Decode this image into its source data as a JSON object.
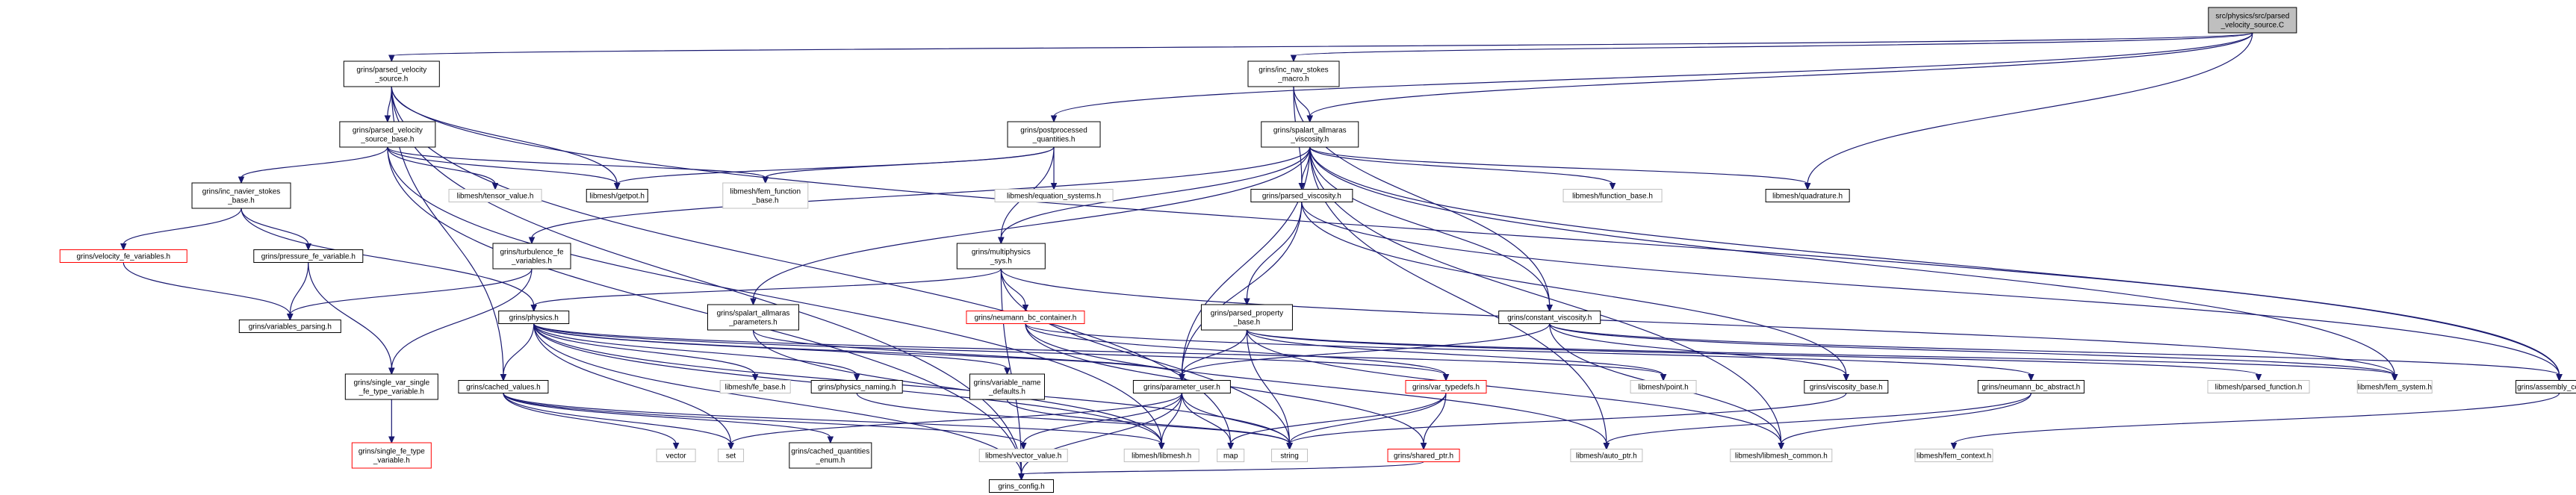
{
  "graph": {
    "colors": {
      "edge": "#191970",
      "normal_border": "#000000",
      "missing_border": "#bfbfbf",
      "truncated_border": "#ff0000",
      "root_fill": "#bfbfbf",
      "node_fill": "#ffffff"
    },
    "nodes": [
      {
        "id": "root",
        "lines": [
          "src/physics/src/parsed",
          "_velocity_source.C"
        ],
        "kind": "root"
      },
      {
        "id": "pvs",
        "lines": [
          "grins/parsed_velocity",
          "_source.h"
        ],
        "kind": "normal"
      },
      {
        "id": "ins",
        "lines": [
          "grins/inc_nav_stokes",
          "_macro.h"
        ],
        "kind": "normal"
      },
      {
        "id": "pq",
        "lines": [
          "grins/postprocessed",
          "_quantities.h"
        ],
        "kind": "normal"
      },
      {
        "id": "sav",
        "lines": [
          "grins/spalart_allmaras",
          "_viscosity.h"
        ],
        "kind": "normal"
      },
      {
        "id": "pvsb",
        "lines": [
          "grins/parsed_velocity",
          "_source_base.h"
        ],
        "kind": "normal"
      },
      {
        "id": "tensor",
        "lines": [
          "libmesh/tensor_value.h"
        ],
        "kind": "missing"
      },
      {
        "id": "getpot",
        "lines": [
          "libmesh/getpot.h"
        ],
        "kind": "normal"
      },
      {
        "id": "femfb",
        "lines": [
          "libmesh/fem_function",
          "_base.h"
        ],
        "kind": "missing"
      },
      {
        "id": "eqsys",
        "lines": [
          "libmesh/equation_systems.h"
        ],
        "kind": "missing"
      },
      {
        "id": "insb",
        "lines": [
          "grins/inc_navier_stokes",
          "_base.h"
        ],
        "kind": "normal"
      },
      {
        "id": "mps",
        "lines": [
          "grins/multiphysics",
          "_sys.h"
        ],
        "kind": "normal"
      },
      {
        "id": "pvisc",
        "lines": [
          "grins/parsed_viscosity.h"
        ],
        "kind": "normal"
      },
      {
        "id": "funcbase",
        "lines": [
          "libmesh/function_base.h"
        ],
        "kind": "missing"
      },
      {
        "id": "quad",
        "lines": [
          "libmesh/quadrature.h"
        ],
        "kind": "normal"
      },
      {
        "id": "velfe",
        "lines": [
          "grins/velocity_fe_variables.h"
        ],
        "kind": "truncated"
      },
      {
        "id": "presfe",
        "lines": [
          "grins/pressure_fe_variable.h"
        ],
        "kind": "normal"
      },
      {
        "id": "turbfe",
        "lines": [
          "grins/turbulence_fe",
          "_variables.h"
        ],
        "kind": "normal"
      },
      {
        "id": "physics",
        "lines": [
          "grins/physics.h"
        ],
        "kind": "normal"
      },
      {
        "id": "sapar",
        "lines": [
          "grins/spalart_allmaras",
          "_parameters.h"
        ],
        "kind": "normal"
      },
      {
        "id": "nbc",
        "lines": [
          "grins/neumann_bc_container.h"
        ],
        "kind": "truncated"
      },
      {
        "id": "ppb",
        "lines": [
          "grins/parsed_property",
          "_base.h"
        ],
        "kind": "normal"
      },
      {
        "id": "cvisc",
        "lines": [
          "grins/constant_viscosity.h"
        ],
        "kind": "normal"
      },
      {
        "id": "varpars",
        "lines": [
          "grins/variables_parsing.h"
        ],
        "kind": "normal"
      },
      {
        "id": "svsft",
        "lines": [
          "grins/single_var_single",
          "_fe_type_variable.h"
        ],
        "kind": "normal"
      },
      {
        "id": "cached",
        "lines": [
          "grins/cached_values.h"
        ],
        "kind": "normal"
      },
      {
        "id": "febase",
        "lines": [
          "libmesh/fe_base.h"
        ],
        "kind": "missing"
      },
      {
        "id": "pnaming",
        "lines": [
          "grins/physics_naming.h"
        ],
        "kind": "normal"
      },
      {
        "id": "varname",
        "lines": [
          "grins/variable_name",
          "_defaults.h"
        ],
        "kind": "normal"
      },
      {
        "id": "paramuser",
        "lines": [
          "grins/parameter_user.h"
        ],
        "kind": "normal"
      },
      {
        "id": "vartypedefs",
        "lines": [
          "grins/var_typedefs.h"
        ],
        "kind": "truncated"
      },
      {
        "id": "point",
        "lines": [
          "libmesh/point.h"
        ],
        "kind": "missing"
      },
      {
        "id": "viscbase",
        "lines": [
          "grins/viscosity_base.h"
        ],
        "kind": "normal"
      },
      {
        "id": "nbca",
        "lines": [
          "grins/neumann_bc_abstract.h"
        ],
        "kind": "normal"
      },
      {
        "id": "parsedfunc",
        "lines": [
          "libmesh/parsed_function.h"
        ],
        "kind": "missing"
      },
      {
        "id": "femsys",
        "lines": [
          "libmesh/fem_system.h"
        ],
        "kind": "missing"
      },
      {
        "id": "asmctx",
        "lines": [
          "grins/assembly_context.h"
        ],
        "kind": "normal"
      },
      {
        "id": "sfetype",
        "lines": [
          "grins/single_fe_type",
          "_variable.h"
        ],
        "kind": "truncated"
      },
      {
        "id": "vector",
        "lines": [
          "vector"
        ],
        "kind": "missing"
      },
      {
        "id": "set",
        "lines": [
          "set"
        ],
        "kind": "missing"
      },
      {
        "id": "cqe",
        "lines": [
          "grins/cached_quantities",
          "_enum.h"
        ],
        "kind": "normal"
      },
      {
        "id": "vecval",
        "lines": [
          "libmesh/vector_value.h"
        ],
        "kind": "missing"
      },
      {
        "id": "libmesh",
        "lines": [
          "libmesh/libmesh.h"
        ],
        "kind": "missing"
      },
      {
        "id": "map",
        "lines": [
          "map"
        ],
        "kind": "missing"
      },
      {
        "id": "string",
        "lines": [
          "string"
        ],
        "kind": "missing"
      },
      {
        "id": "sharedptr",
        "lines": [
          "grins/shared_ptr.h"
        ],
        "kind": "truncated"
      },
      {
        "id": "autoptr",
        "lines": [
          "libmesh/auto_ptr.h"
        ],
        "kind": "missing"
      },
      {
        "id": "lmcommon",
        "lines": [
          "libmesh/libmesh_common.h"
        ],
        "kind": "missing"
      },
      {
        "id": "femctx",
        "lines": [
          "libmesh/fem_context.h"
        ],
        "kind": "missing"
      },
      {
        "id": "config",
        "lines": [
          "grins_config.h"
        ],
        "kind": "normal"
      }
    ],
    "edges": [
      [
        "root",
        "pvs"
      ],
      [
        "root",
        "ins"
      ],
      [
        "root",
        "pq"
      ],
      [
        "root",
        "sav"
      ],
      [
        "root",
        "quad"
      ],
      [
        "pvs",
        "pvsb"
      ],
      [
        "pvs",
        "getpot"
      ],
      [
        "pvs",
        "cached"
      ],
      [
        "pvs",
        "map"
      ],
      [
        "pvs",
        "config"
      ],
      [
        "pvs",
        "asmctx"
      ],
      [
        "ins",
        "sav"
      ],
      [
        "ins",
        "pvisc"
      ],
      [
        "ins",
        "cvisc"
      ],
      [
        "pq",
        "getpot"
      ],
      [
        "pq",
        "femfb"
      ],
      [
        "pq",
        "eqsys"
      ],
      [
        "pq",
        "mps"
      ],
      [
        "sav",
        "mps"
      ],
      [
        "sav",
        "pvisc"
      ],
      [
        "sav",
        "funcbase"
      ],
      [
        "sav",
        "quad"
      ],
      [
        "sav",
        "turbfe"
      ],
      [
        "sav",
        "sapar"
      ],
      [
        "sav",
        "cvisc"
      ],
      [
        "sav",
        "paramuser"
      ],
      [
        "sav",
        "femsys"
      ],
      [
        "sav",
        "asmctx"
      ],
      [
        "sav",
        "autoptr"
      ],
      [
        "sav",
        "lmcommon"
      ],
      [
        "pvsb",
        "tensor"
      ],
      [
        "pvsb",
        "getpot"
      ],
      [
        "pvsb",
        "femfb"
      ],
      [
        "pvsb",
        "insb"
      ],
      [
        "pvsb",
        "config"
      ],
      [
        "pvsb",
        "libmesh"
      ],
      [
        "insb",
        "velfe"
      ],
      [
        "insb",
        "presfe"
      ],
      [
        "insb",
        "physics"
      ],
      [
        "mps",
        "physics"
      ],
      [
        "mps",
        "nbc"
      ],
      [
        "mps",
        "femsys"
      ],
      [
        "mps",
        "string"
      ],
      [
        "mps",
        "config"
      ],
      [
        "pvisc",
        "ppb"
      ],
      [
        "pvisc",
        "viscbase"
      ],
      [
        "pvisc",
        "paramuser"
      ],
      [
        "pvisc",
        "asmctx"
      ],
      [
        "velfe",
        "varpars"
      ],
      [
        "presfe",
        "varpars"
      ],
      [
        "presfe",
        "svsft"
      ],
      [
        "turbfe",
        "varpars"
      ],
      [
        "turbfe",
        "svsft"
      ],
      [
        "physics",
        "cached"
      ],
      [
        "physics",
        "febase"
      ],
      [
        "physics",
        "pnaming"
      ],
      [
        "physics",
        "varname"
      ],
      [
        "physics",
        "paramuser"
      ],
      [
        "physics",
        "vartypedefs"
      ],
      [
        "physics",
        "point"
      ],
      [
        "physics",
        "set"
      ],
      [
        "physics",
        "libmesh"
      ],
      [
        "physics",
        "string"
      ],
      [
        "physics",
        "config"
      ],
      [
        "sapar",
        "paramuser"
      ],
      [
        "sapar",
        "libmesh"
      ],
      [
        "nbc",
        "vartypedefs"
      ],
      [
        "nbc",
        "nbca"
      ],
      [
        "nbc",
        "autoptr"
      ],
      [
        "nbc",
        "sharedptr"
      ],
      [
        "ppb",
        "paramuser"
      ],
      [
        "ppb",
        "parsedfunc"
      ],
      [
        "ppb",
        "femsys"
      ],
      [
        "ppb",
        "point"
      ],
      [
        "ppb",
        "lmcommon"
      ],
      [
        "ppb",
        "string"
      ],
      [
        "cvisc",
        "viscbase"
      ],
      [
        "cvisc",
        "femsys"
      ],
      [
        "cvisc",
        "asmctx"
      ],
      [
        "cvisc",
        "lmcommon"
      ],
      [
        "cvisc",
        "paramuser"
      ],
      [
        "svsft",
        "sfetype"
      ],
      [
        "cached",
        "vector"
      ],
      [
        "cached",
        "set"
      ],
      [
        "cached",
        "cqe"
      ],
      [
        "cached",
        "vecval"
      ],
      [
        "cached",
        "libmesh"
      ],
      [
        "varname",
        "string"
      ],
      [
        "pnaming",
        "string"
      ],
      [
        "paramuser",
        "vecval"
      ],
      [
        "paramuser",
        "libmesh"
      ],
      [
        "paramuser",
        "map"
      ],
      [
        "paramuser",
        "string"
      ],
      [
        "paramuser",
        "config"
      ],
      [
        "paramuser",
        "set"
      ],
      [
        "vartypedefs",
        "sharedptr"
      ],
      [
        "vartypedefs",
        "string"
      ],
      [
        "vartypedefs",
        "map"
      ],
      [
        "viscbase",
        "string"
      ],
      [
        "nbca",
        "autoptr"
      ],
      [
        "nbca",
        "lmcommon"
      ],
      [
        "asmctx",
        "femctx"
      ],
      [
        "sharedptr",
        "config"
      ]
    ]
  }
}
